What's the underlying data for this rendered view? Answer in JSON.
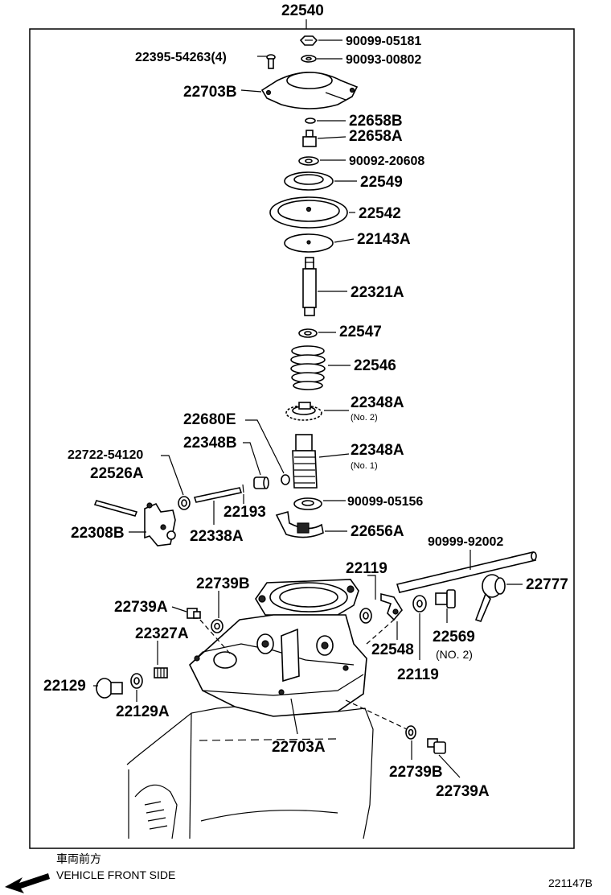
{
  "title_number": "22540",
  "figure_id": "221147B",
  "footer": {
    "japanese_label": "車両前方",
    "english_label": "VEHICLE FRONT SIDE",
    "direction_icon": "arrow-down-left-icon"
  },
  "labels": {
    "p9009905181": "90099-05181",
    "p2239554263": "22395-54263(4)",
    "p9009300802": "90093-00802",
    "p22703B": "22703B",
    "p22658B": "22658B",
    "p22658A": "22658A",
    "p9009220608": "90092-20608",
    "p22549": "22549",
    "p22542": "22542",
    "p22143A": "22143A",
    "p22321A": "22321A",
    "p22547": "22547",
    "p22546": "22546",
    "p22348A_no2": "22348A",
    "note_no2_small": "(No. 2)",
    "p22680E": "22680E",
    "p22348B": "22348B",
    "p22348A_no1": "22348A",
    "note_no1_small": "(No. 1)",
    "p2272254120": "22722-54120",
    "p22526A": "22526A",
    "p9009905156": "90099-05156",
    "p22193": "22193",
    "p22308B": "22308B",
    "p22338A": "22338A",
    "p22656A": "22656A",
    "p9099992002": "90999-92002",
    "p22119_top": "22119",
    "p22739B_top": "22739B",
    "p22777": "22777",
    "p22739A_left": "22739A",
    "p22327A": "22327A",
    "p22548": "22548",
    "p22569": "22569",
    "note_no2": "(NO. 2)",
    "p22119_bottom": "22119",
    "p22129": "22129",
    "p22129A": "22129A",
    "p22703A": "22703A",
    "p22739B_bottom": "22739B",
    "p22739A_bottom": "22739A"
  }
}
